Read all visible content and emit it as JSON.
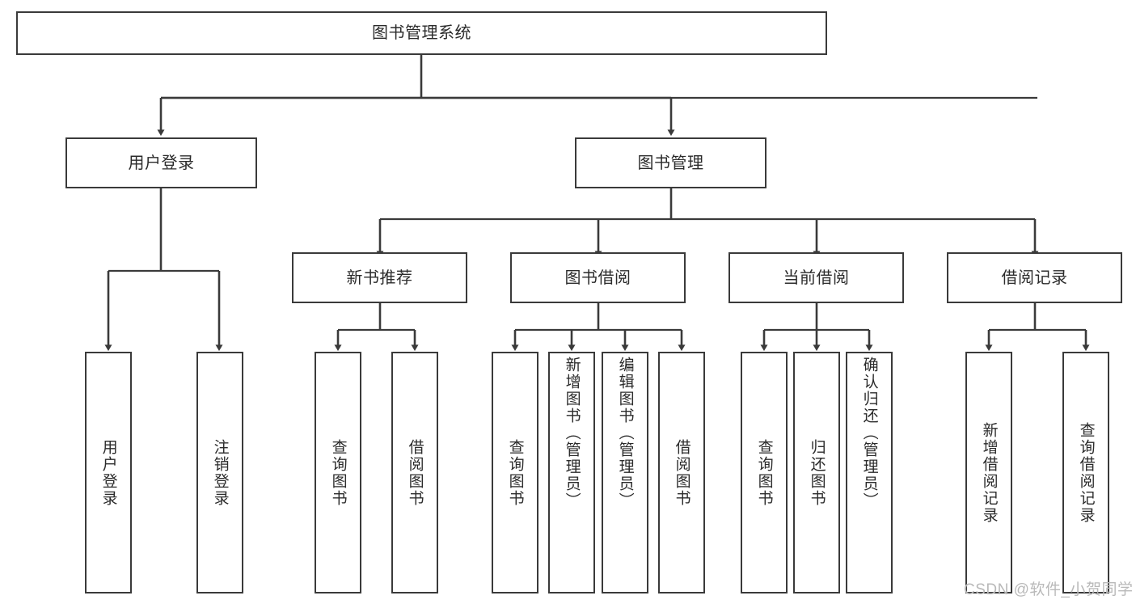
{
  "diagram": {
    "title": "图书管理系统",
    "type": "tree-hierarchy",
    "colors": {
      "box_border": "#3a3a3a",
      "box_fill": "#ffffff",
      "edge": "#3a3a3a",
      "text": "#2b2b2b",
      "watermark": "#b9b9b9",
      "background": "#ffffff"
    }
  },
  "watermark": {
    "text": "CSDN @软件_小贺同学"
  },
  "nodes": {
    "root": {
      "label": "图书管理系统"
    },
    "level1": [
      {
        "id": "user-login",
        "label": "用户登录"
      },
      {
        "id": "book-management",
        "label": "图书管理"
      }
    ],
    "level2": [
      {
        "id": "new-book-recommend",
        "label": "新书推荐"
      },
      {
        "id": "book-borrow",
        "label": "图书借阅"
      },
      {
        "id": "current-borrow",
        "label": "当前借阅"
      },
      {
        "id": "borrow-record",
        "label": "借阅记录"
      }
    ],
    "leaves": {
      "user-login": [
        {
          "id": "leaf-user-login",
          "label": "用户登录"
        },
        {
          "id": "leaf-logout-login",
          "label": "注销登录"
        }
      ],
      "new-book-recommend": [
        {
          "id": "leaf-query-book-1",
          "label": "查询图书"
        },
        {
          "id": "leaf-borrow-book-1",
          "label": "借阅图书"
        }
      ],
      "book-borrow": [
        {
          "id": "leaf-query-book-2",
          "label": "查询图书"
        },
        {
          "id": "leaf-add-book",
          "label": "新增图书（管理员）"
        },
        {
          "id": "leaf-edit-book",
          "label": "编辑图书（管理员）"
        },
        {
          "id": "leaf-borrow-book-2",
          "label": "借阅图书"
        }
      ],
      "current-borrow": [
        {
          "id": "leaf-query-book-3",
          "label": "查询图书"
        },
        {
          "id": "leaf-return-book",
          "label": "归还图书"
        },
        {
          "id": "leaf-confirm-return",
          "label": "确认归还（管理员）"
        }
      ],
      "borrow-record": [
        {
          "id": "leaf-add-record",
          "label": "新增借阅记录"
        },
        {
          "id": "leaf-query-record",
          "label": "查询借阅记录"
        }
      ]
    }
  }
}
